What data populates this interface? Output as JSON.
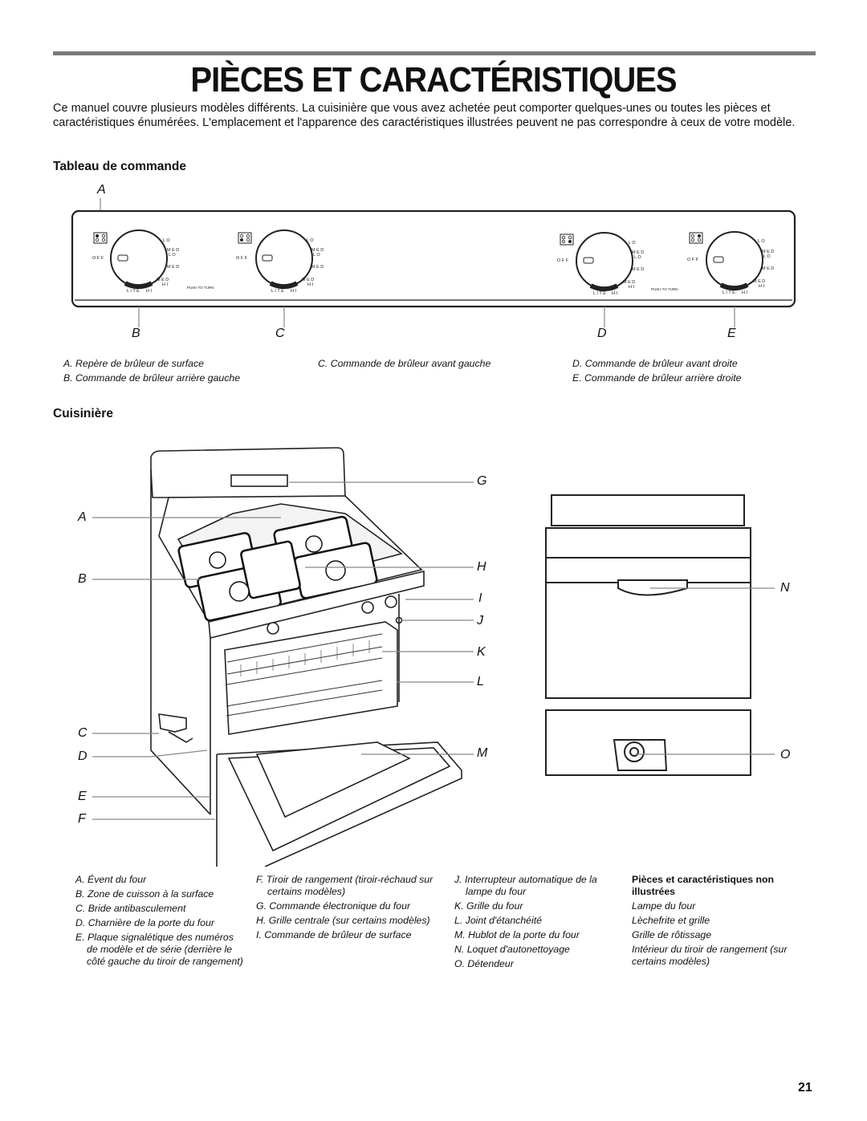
{
  "page": {
    "title": "PIÈCES ET CARACTÉRISTIQUES",
    "intro": "Ce manuel couvre plusieurs modèles différents. La cuisinière que vous avez achetée peut comporter quelques-unes ou toutes les pièces et caractéristiques énumérées. L'emplacement et l'apparence des caractéristiques illustrées peuvent ne pas correspondre à ceux de votre modèle.",
    "page_number": "21"
  },
  "control_panel": {
    "heading": "Tableau de commande",
    "callouts": {
      "a": "A",
      "b": "B",
      "c": "C",
      "d": "D",
      "e": "E"
    },
    "knob_text": {
      "off": "O F F",
      "lo": "L O",
      "med": "M E D",
      "hi": "H I",
      "lite": "L I T E",
      "push": "PUSH TO TURN"
    },
    "captions": [
      "A. Repère de brûleur de surface",
      "B. Commande de brûleur arrière gauche",
      "C. Commande de brûleur avant gauche",
      "D. Commande de brûleur avant droite",
      "E. Commande de brûleur arrière droite"
    ]
  },
  "range": {
    "heading": "Cuisinière",
    "callouts": {
      "a": "A",
      "b": "B",
      "c": "C",
      "d": "D",
      "e": "E",
      "f": "F",
      "g": "G",
      "h": "H",
      "i": "I",
      "j": "J",
      "k": "K",
      "l": "L",
      "m": "M",
      "n": "N",
      "o": "O"
    },
    "legend_col1": [
      "A. Évent du four",
      "B. Zone de cuisson à la surface",
      "C. Bride antibasculement",
      "D. Charnière de la porte du four",
      "E. Plaque signalétique des numéros de modèle et de série (derrière le côté gauche du tiroir de rangement)"
    ],
    "legend_col2": [
      "F. Tiroir de rangement (tiroir-réchaud sur certains modèles)",
      "G. Commande électronique du four",
      "H. Grille centrale (sur certains modèles)",
      "I. Commande de brûleur de surface"
    ],
    "legend_col3": [
      "J. Interrupteur automatique de la lampe du four",
      "K. Grille du four",
      "L. Joint d'étanchéité",
      "M. Hublot de la porte du four",
      "N. Loquet d'autonettoyage",
      "O. Détendeur"
    ],
    "not_shown_heading": "Pièces et caractéristiques non illustrées",
    "not_shown": [
      "Lampe du four",
      "Lèchefrite et grille",
      "Grille de rôtissage",
      "Intérieur du tiroir de rangement (sur certains modèles)"
    ]
  }
}
